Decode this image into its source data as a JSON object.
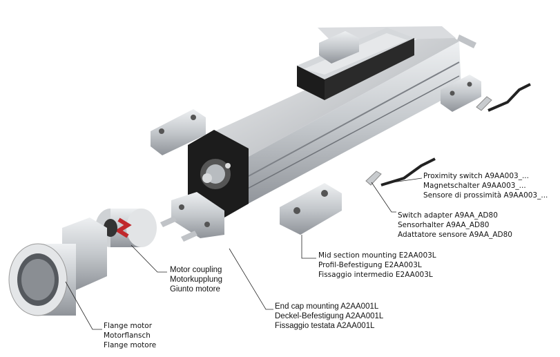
{
  "labels": {
    "proximity_switch": [
      "Proximity switch A9AA003_...",
      "Magnetschalter A9AA003_...",
      "Sensore di prossimità A9AA003_..."
    ],
    "switch_adapter": [
      "Switch adapter A9AA_AD80",
      "Sensorhalter A9AA_AD80",
      "Adattatore sensore  A9AA_AD80"
    ],
    "mid_section_mounting": [
      "Mid section mounting E2AA003L",
      "Profil-Befestigung E2AA003L",
      "Fissaggio intermedio E2AA003L"
    ],
    "motor_coupling": [
      "Motor coupling",
      "Motorkupplung",
      "Giunto motore"
    ],
    "end_cap_mounting": [
      "End cap mounting A2AA001L",
      "Deckel-Befestigung A2AA001L",
      "Fissaggio testata A2AA001L"
    ],
    "flange_motor": [
      "Flange motor",
      "Motorflansch",
      "Flange motore"
    ]
  },
  "colors": {
    "aluminium": "#c9ccd0",
    "aluminium_dark": "#9a9ea4",
    "black_part": "#1c1c1c",
    "coupling_red": "#c0282c"
  }
}
